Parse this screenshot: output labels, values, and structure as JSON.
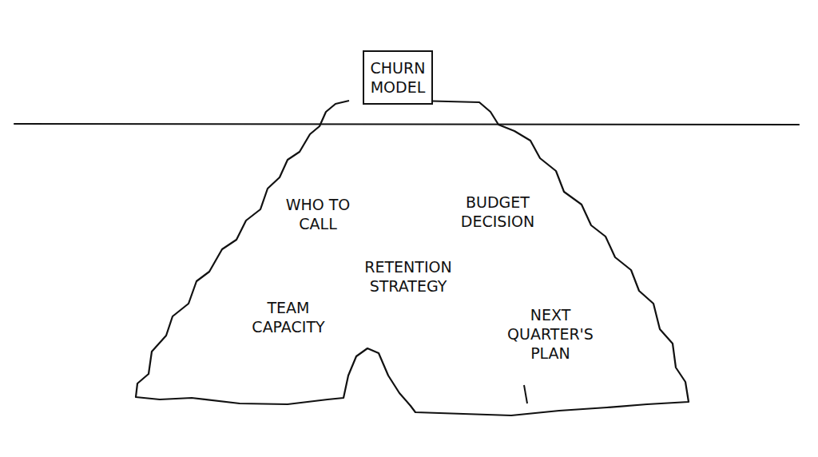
{
  "diagram": {
    "nodes": [
      {
        "text": [
          "CHURN MODEL"
        ]
      }
    ],
    "labels": [
      "WHO TO CALL",
      "BUDGET DECISION",
      "RETENTION STRATEGY",
      "TEAM CAPACITY",
      "NEXT QUARTER'S PLAN"
    ]
  }
}
